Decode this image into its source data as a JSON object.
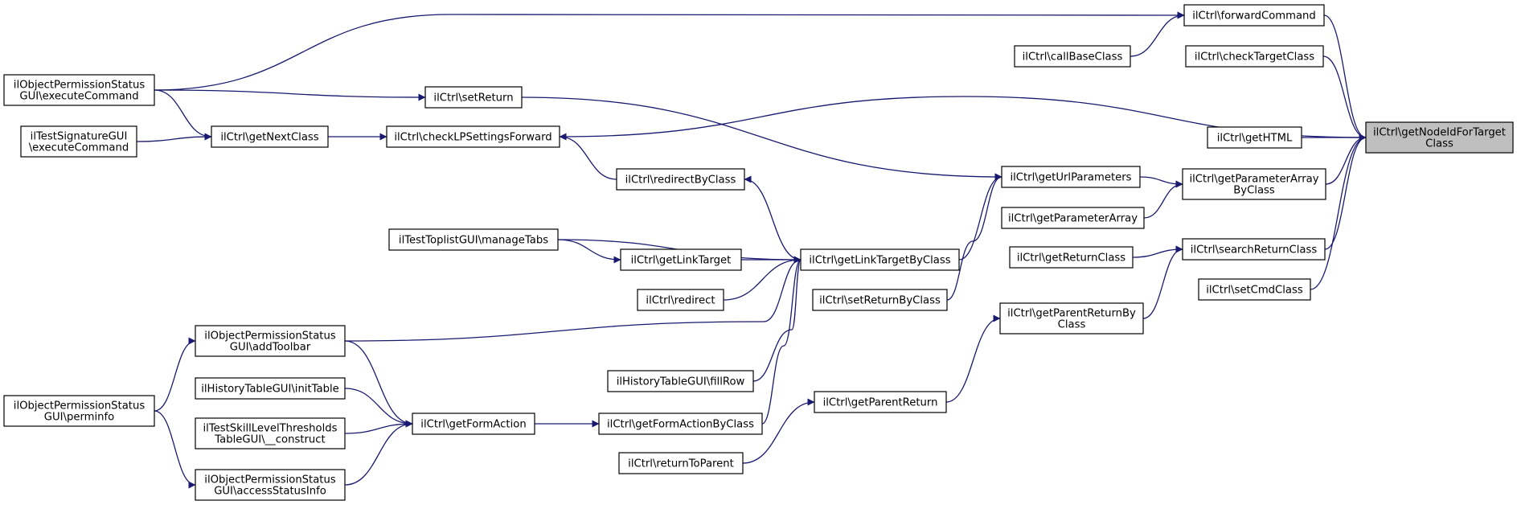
{
  "colors": {
    "edge": "#191970",
    "focus_fill": "#bfbfbf",
    "node_fill": "#ffffff"
  },
  "graph": {
    "nodes": [
      {
        "id": "getNodeIdForTargetClass",
        "lines": [
          "ilCtrl\\getNodeIdForTarget",
          "Class"
        ],
        "focus": true
      },
      {
        "id": "forwardCommand",
        "lines": [
          "ilCtrl\\forwardCommand"
        ]
      },
      {
        "id": "callBaseClass",
        "lines": [
          "ilCtrl\\callBaseClass"
        ]
      },
      {
        "id": "checkTargetClass",
        "lines": [
          "ilCtrl\\checkTargetClass"
        ]
      },
      {
        "id": "checkLPSettingsForward",
        "lines": [
          "ilCtrl\\checkLPSettingsForward"
        ]
      },
      {
        "id": "getHTML",
        "lines": [
          "ilCtrl\\getHTML"
        ]
      },
      {
        "id": "getParameterArrayByClass",
        "lines": [
          "ilCtrl\\getParameterArray",
          "ByClass"
        ]
      },
      {
        "id": "searchReturnClass",
        "lines": [
          "ilCtrl\\searchReturnClass"
        ]
      },
      {
        "id": "setCmdClass",
        "lines": [
          "ilCtrl\\setCmdClass"
        ]
      },
      {
        "id": "opsExecuteCommand",
        "lines": [
          "ilObjectPermissionStatus",
          "GUI\\executeCommand"
        ]
      },
      {
        "id": "setReturn",
        "lines": [
          "ilCtrl\\setReturn"
        ]
      },
      {
        "id": "getNextClass",
        "lines": [
          "ilCtrl\\getNextClass"
        ]
      },
      {
        "id": "tsigExecuteCommand",
        "lines": [
          "ilTestSignatureGUI",
          "\\executeCommand"
        ]
      },
      {
        "id": "redirectByClass",
        "lines": [
          "ilCtrl\\redirectByClass"
        ]
      },
      {
        "id": "getUrlParameters",
        "lines": [
          "ilCtrl\\getUrlParameters"
        ]
      },
      {
        "id": "getParameterArray",
        "lines": [
          "ilCtrl\\getParameterArray"
        ]
      },
      {
        "id": "manageTabs",
        "lines": [
          "ilTestToplistGUI\\manageTabs"
        ]
      },
      {
        "id": "getLinkTarget",
        "lines": [
          "ilCtrl\\getLinkTarget"
        ]
      },
      {
        "id": "getLinkTargetByClass",
        "lines": [
          "ilCtrl\\getLinkTargetByClass"
        ]
      },
      {
        "id": "getReturnClass",
        "lines": [
          "ilCtrl\\getReturnClass"
        ]
      },
      {
        "id": "redirect",
        "lines": [
          "ilCtrl\\redirect"
        ]
      },
      {
        "id": "setReturnByClass",
        "lines": [
          "ilCtrl\\setReturnByClass"
        ]
      },
      {
        "id": "getParentReturnByClass",
        "lines": [
          "ilCtrl\\getParentReturnBy",
          "Class"
        ]
      },
      {
        "id": "addToolbar",
        "lines": [
          "ilObjectPermissionStatus",
          "GUI\\addToolbar"
        ]
      },
      {
        "id": "fillRow",
        "lines": [
          "ilHistoryTableGUI\\fillRow"
        ]
      },
      {
        "id": "initTable",
        "lines": [
          "ilHistoryTableGUI\\initTable"
        ]
      },
      {
        "id": "perminfo",
        "lines": [
          "ilObjectPermissionStatus",
          "GUI\\perminfo"
        ]
      },
      {
        "id": "getParentReturn",
        "lines": [
          "ilCtrl\\getParentReturn"
        ]
      },
      {
        "id": "getFormAction",
        "lines": [
          "ilCtrl\\getFormAction"
        ]
      },
      {
        "id": "getFormActionByClass",
        "lines": [
          "ilCtrl\\getFormActionByClass"
        ]
      },
      {
        "id": "skillConstruct",
        "lines": [
          "ilTestSkillLevelThresholds",
          "TableGUI\\__construct"
        ]
      },
      {
        "id": "returnToParent",
        "lines": [
          "ilCtrl\\returnToParent"
        ]
      },
      {
        "id": "accessStatusInfo",
        "lines": [
          "ilObjectPermissionStatus",
          "GUI\\accessStatusInfo"
        ]
      }
    ],
    "edges": [
      {
        "from": "forwardCommand",
        "to": "getNodeIdForTargetClass"
      },
      {
        "from": "callBaseClass",
        "to": "forwardCommand"
      },
      {
        "from": "opsExecuteCommand",
        "to": "forwardCommand"
      },
      {
        "from": "checkTargetClass",
        "to": "getNodeIdForTargetClass"
      },
      {
        "from": "checkLPSettingsForward",
        "to": "getNodeIdForTargetClass"
      },
      {
        "from": "getHTML",
        "to": "getNodeIdForTargetClass"
      },
      {
        "from": "getParameterArrayByClass",
        "to": "getNodeIdForTargetClass"
      },
      {
        "from": "searchReturnClass",
        "to": "getNodeIdForTargetClass"
      },
      {
        "from": "setCmdClass",
        "to": "getNodeIdForTargetClass"
      },
      {
        "from": "opsExecuteCommand",
        "to": "setReturn"
      },
      {
        "from": "setReturn",
        "to": "getUrlParameters"
      },
      {
        "from": "opsExecuteCommand",
        "to": "getNextClass"
      },
      {
        "from": "tsigExecuteCommand",
        "to": "getNextClass"
      },
      {
        "from": "getNextClass",
        "to": "checkLPSettingsForward"
      },
      {
        "from": "redirectByClass",
        "to": "checkLPSettingsForward"
      },
      {
        "from": "getLinkTargetByClass",
        "to": "redirectByClass"
      },
      {
        "from": "getUrlParameters",
        "to": "getParameterArrayByClass"
      },
      {
        "from": "getParameterArray",
        "to": "getParameterArrayByClass"
      },
      {
        "from": "getLinkTargetByClass",
        "to": "getUrlParameters"
      },
      {
        "from": "setReturnByClass",
        "to": "getUrlParameters"
      },
      {
        "from": "manageTabs",
        "to": "getLinkTargetByClass"
      },
      {
        "from": "manageTabs",
        "to": "getLinkTarget"
      },
      {
        "from": "getLinkTarget",
        "to": "getLinkTargetByClass"
      },
      {
        "from": "redirect",
        "to": "getLinkTargetByClass"
      },
      {
        "from": "addToolbar",
        "to": "getLinkTargetByClass"
      },
      {
        "from": "fillRow",
        "to": "getLinkTargetByClass"
      },
      {
        "from": "getFormActionByClass",
        "to": "getLinkTargetByClass"
      },
      {
        "from": "getReturnClass",
        "to": "searchReturnClass"
      },
      {
        "from": "getParentReturnByClass",
        "to": "searchReturnClass"
      },
      {
        "from": "getParentReturn",
        "to": "getParentReturnByClass"
      },
      {
        "from": "returnToParent",
        "to": "getParentReturn"
      },
      {
        "from": "perminfo",
        "to": "addToolbar"
      },
      {
        "from": "perminfo",
        "to": "accessStatusInfo"
      },
      {
        "from": "addToolbar",
        "to": "getFormAction"
      },
      {
        "from": "initTable",
        "to": "getFormAction"
      },
      {
        "from": "skillConstruct",
        "to": "getFormAction"
      },
      {
        "from": "accessStatusInfo",
        "to": "getFormAction"
      },
      {
        "from": "getFormAction",
        "to": "getFormActionByClass"
      }
    ]
  }
}
